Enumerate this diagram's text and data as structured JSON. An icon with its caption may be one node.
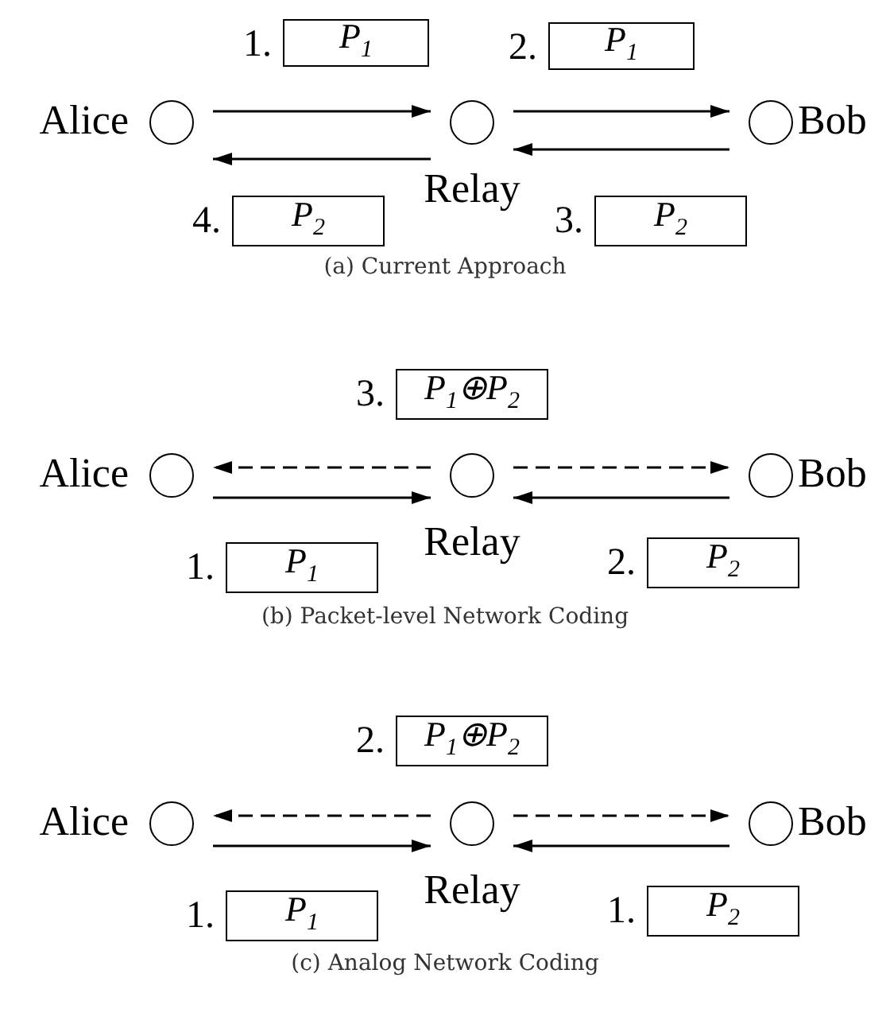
{
  "diagram": {
    "nodes": [
      {
        "text": [
          "P$_{1}$"
        ],
        "beside": [
          "1."
        ]
      },
      {
        "text": [
          "P$_{1}$"
        ],
        "beside": [
          "2."
        ]
      },
      {
        "text": [],
        "shape": "circle",
        "beside": [
          "Alice"
        ]
      },
      {
        "text": [],
        "shape": "circle",
        "beside": [
          "Relay"
        ]
      },
      {
        "text": [],
        "shape": "circle",
        "beside": [
          "Bob"
        ]
      },
      {
        "text": [
          "P$_{2}$"
        ],
        "beside": [
          "4."
        ]
      },
      {
        "text": [
          "P$_{2}$"
        ],
        "beside": [
          "3."
        ]
      },
      {
        "text": [
          "P$_{1}$⊕P$_{2}$"
        ],
        "beside": [
          "3."
        ]
      },
      {
        "text": [],
        "shape": "circle",
        "beside": [
          "Alice"
        ]
      },
      {
        "text": [],
        "shape": "circle",
        "beside": [
          "Relay"
        ]
      },
      {
        "text": [],
        "shape": "circle",
        "beside": [
          "Bob"
        ]
      },
      {
        "text": [
          "P$_{1}$"
        ],
        "beside": [
          "1."
        ]
      },
      {
        "text": [
          "P$_{2}$"
        ],
        "beside": [
          "2."
        ]
      },
      {
        "text": [
          "P$_{1}$⊕P$_{2}$"
        ],
        "beside": [
          "2."
        ]
      },
      {
        "text": [],
        "shape": "circle",
        "beside": [
          "Alice"
        ]
      },
      {
        "text": [],
        "shape": "circle",
        "beside": [
          "Relay"
        ]
      },
      {
        "text": [],
        "shape": "circle",
        "beside": [
          "Bob"
        ]
      },
      {
        "text": [
          "P$_{1}$"
        ],
        "beside": [
          "1."
        ]
      },
      {
        "text": [
          "P$_{2}$"
        ],
        "beside": [
          "1."
        ]
      }
    ],
    "edges": [
      {
        "from": 2,
        "to": 3,
        "arrow": "to"
      },
      {
        "from": 3,
        "to": 2,
        "arrow": "to"
      },
      {
        "from": 3,
        "to": 4,
        "arrow": "to"
      },
      {
        "from": 4,
        "to": 3,
        "arrow": "to"
      },
      {
        "from": 9,
        "to": 8,
        "arrow": "to",
        "style": "dashed"
      },
      {
        "from": 9,
        "to": 10,
        "arrow": "to",
        "style": "dashed"
      },
      {
        "from": 8,
        "to": 9,
        "arrow": "to"
      },
      {
        "from": 10,
        "to": 9,
        "arrow": "to"
      },
      {
        "from": 15,
        "to": 14,
        "arrow": "to",
        "style": "dashed"
      },
      {
        "from": 15,
        "to": 16,
        "arrow": "to",
        "style": "dashed"
      },
      {
        "from": 14,
        "to": 15,
        "arrow": "to"
      },
      {
        "from": 16,
        "to": 15,
        "arrow": "to"
      }
    ],
    "labels": [
      "(a) Current Approach",
      "(b) Packet-level Network Coding",
      "(c) Analog Network Coding"
    ]
  }
}
